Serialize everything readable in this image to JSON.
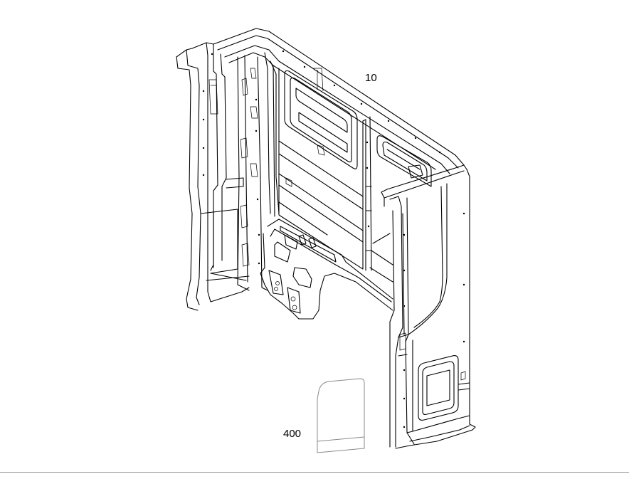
{
  "diagram": {
    "callouts": [
      {
        "label": "10",
        "refers_to": "rear-wall-panel-assembly"
      },
      {
        "label": "400",
        "refers_to": "cover-sheet"
      }
    ],
    "line_color": "#000000",
    "background_color": "#ffffff"
  }
}
